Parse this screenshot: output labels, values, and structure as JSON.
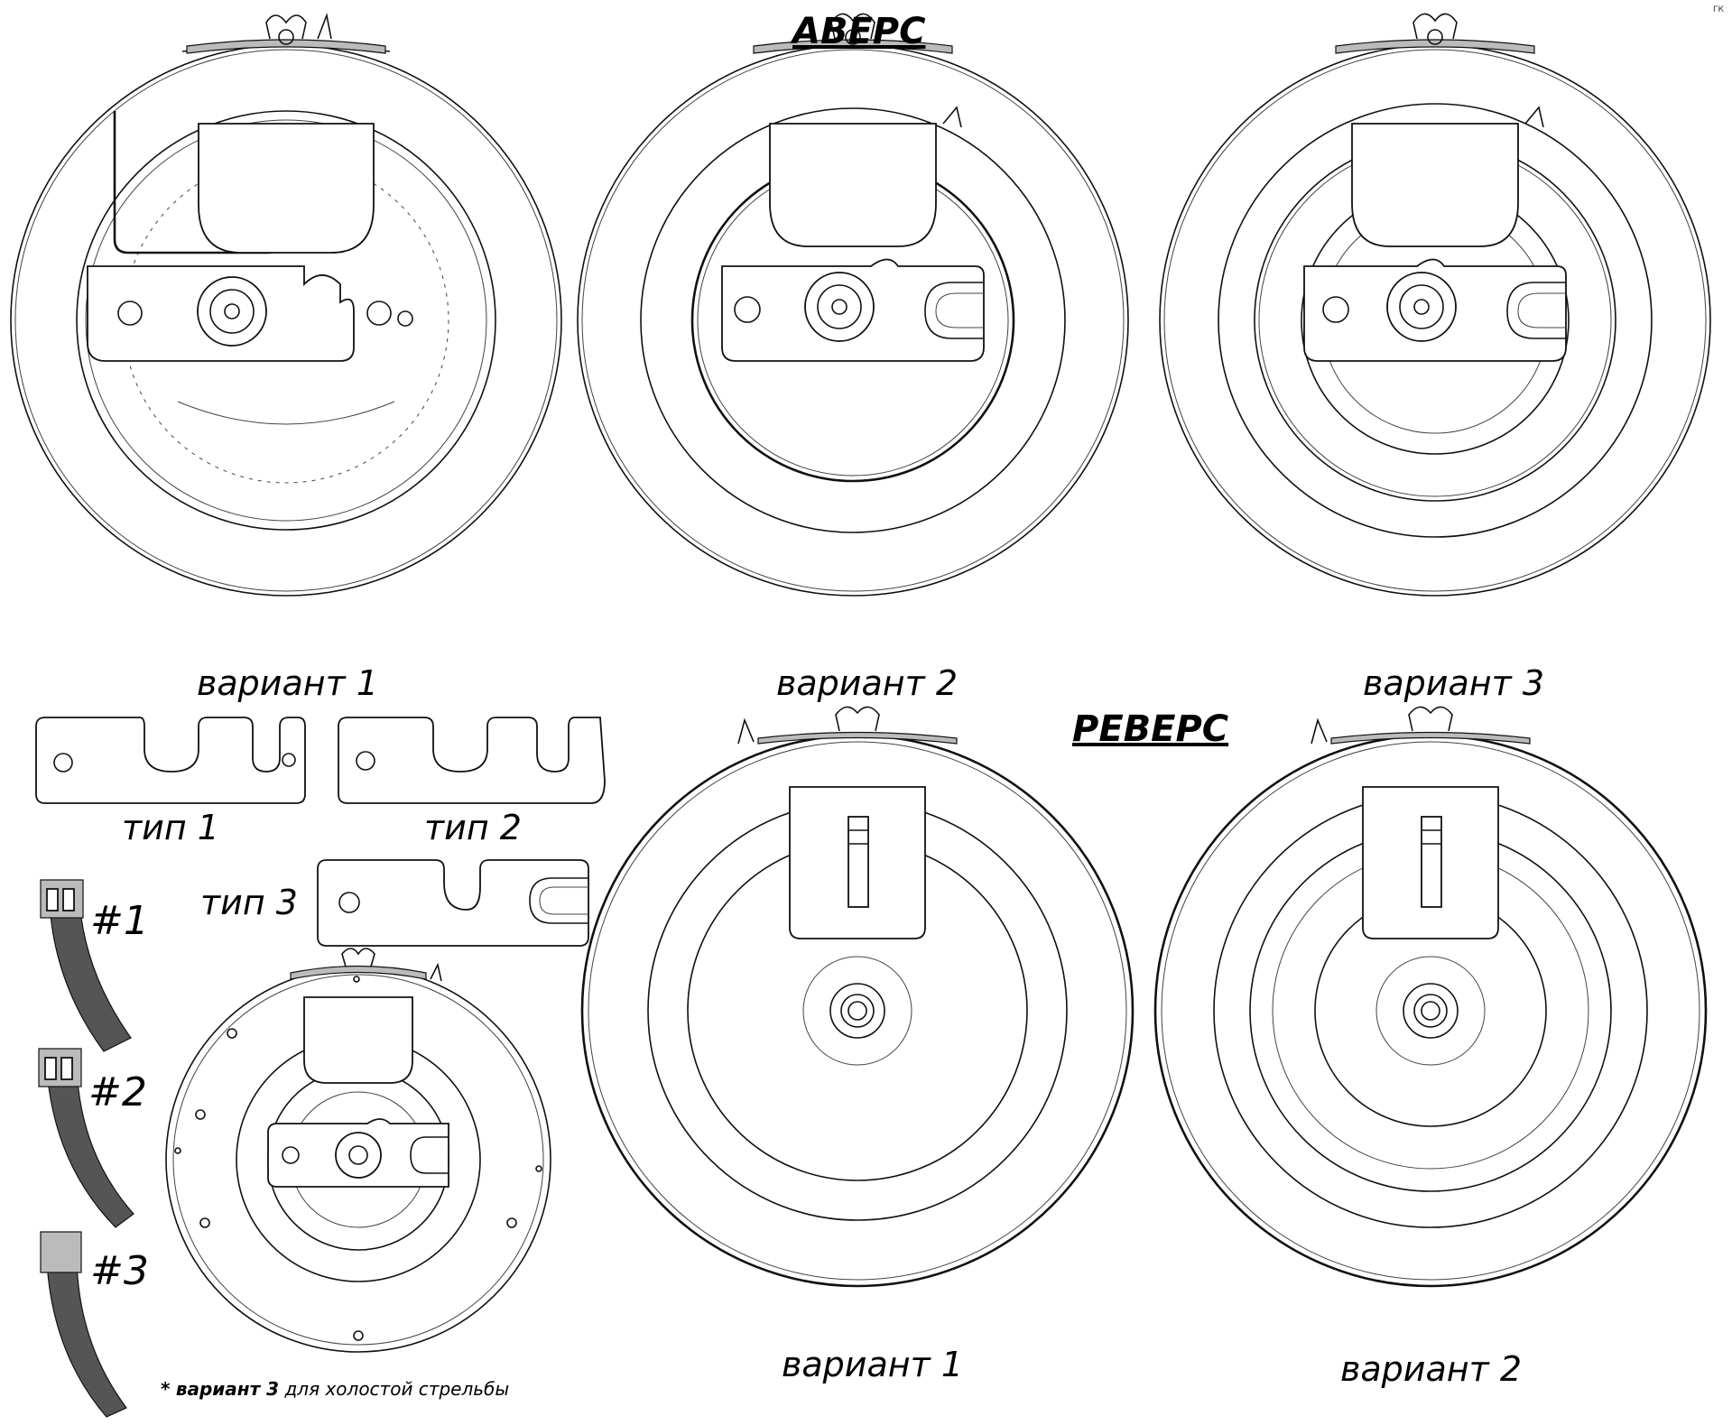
{
  "corner_mark": "ГК",
  "sections": {
    "averse": "АВЕРС",
    "reverse": "РЕВЕРС"
  },
  "averse_captions": [
    "вариант 1",
    "вариант 2",
    "вариант 3"
  ],
  "reverse_captions": [
    "вариант 1",
    "вариант 2"
  ],
  "plate_types": [
    "тип 1",
    "тип 2",
    "тип 3"
  ],
  "springs": [
    "#1",
    "#2",
    "#3"
  ],
  "footnote": {
    "star": "*",
    "bold": "вариант 3",
    "rest": "для холостой стрельбы"
  }
}
